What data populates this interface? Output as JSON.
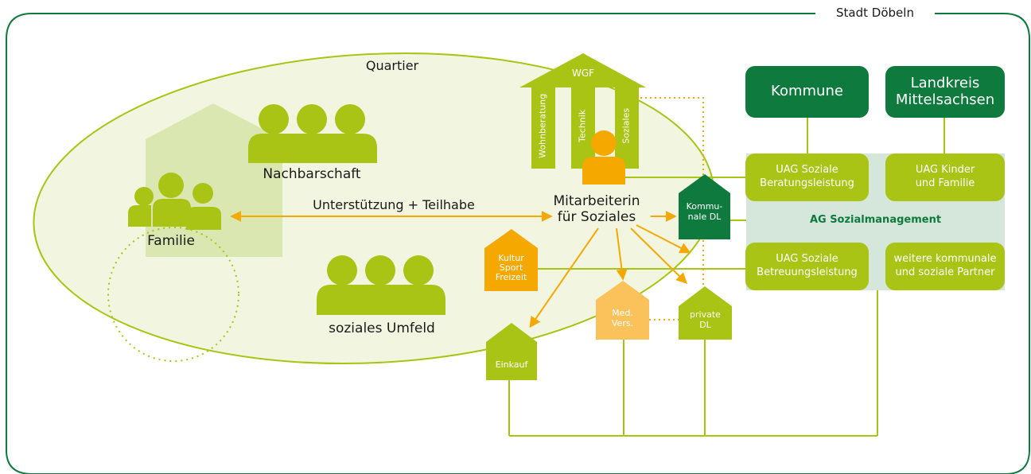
{
  "colors": {
    "frame": "#0f7a3d",
    "dark_green": "#0f7a3d",
    "lime": "#a9c414",
    "ellipse_fill": "#f2f6e0",
    "ellipse_stroke": "#a9c414",
    "house_fill": "#dbe7b0",
    "light_green_band": "#d5e6da",
    "orange": "#f5a800",
    "light_orange": "#fbc25c",
    "orange_line": "#f5a800",
    "text_dark": "#1a1a1a",
    "text_white": "#ffffff"
  },
  "frame": {
    "title": "Stadt Döbeln"
  },
  "quartier": {
    "title": "Quartier"
  },
  "groups": {
    "nachbarschaft": "Nachbarschaft",
    "familie": "Familie",
    "soziales_umfeld": "soziales Umfeld"
  },
  "wgf": {
    "title": "WGF",
    "pillars": [
      "Wohnberatung",
      "Technik",
      "Soziales"
    ]
  },
  "worker": {
    "line1": "Mitarbeiterin",
    "line2": "für Soziales"
  },
  "support_arrow": {
    "label": "Unterstützung + Teilhabe"
  },
  "services": {
    "kommunale_dl": [
      "Kommu-",
      "nale DL"
    ],
    "kultur": [
      "Kultur",
      "Sport",
      "Freizeit"
    ],
    "med_vers": [
      "Med.",
      "Vers."
    ],
    "private_dl": [
      "private",
      "DL"
    ],
    "einkauf": [
      "Einkauf"
    ]
  },
  "institutions": {
    "kommune": "Kommune",
    "landkreis": [
      "Landkreis",
      "Mittelsachsen"
    ]
  },
  "ag": {
    "title": "AG Sozialmanagement",
    "uag_beratung": [
      "UAG Soziale",
      "Beratungsleistung"
    ],
    "uag_kinder": [
      "UAG Kinder",
      "und Familie"
    ],
    "uag_betreuung": [
      "UAG Soziale",
      "Betreuungsleistung"
    ],
    "weitere": [
      "weitere kommunale",
      "und soziale Partner"
    ]
  }
}
